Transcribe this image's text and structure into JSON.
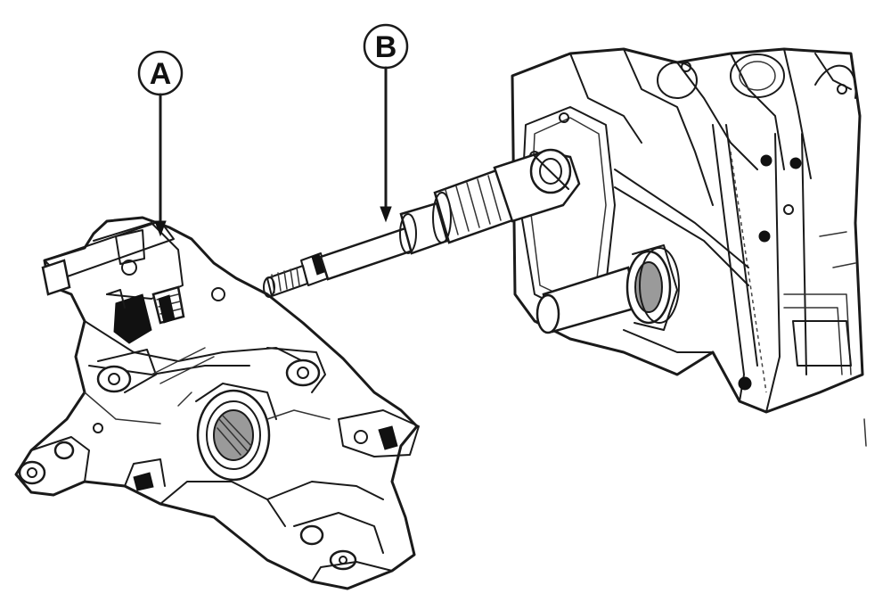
{
  "figure": {
    "callouts": [
      {
        "id": "A",
        "label": "A",
        "target": "housing"
      },
      {
        "id": "B",
        "label": "B",
        "target": "shaft"
      }
    ],
    "colors": {
      "line": "#1a1a1a",
      "background": "#ffffff",
      "fill_dark": "#111111",
      "fill_grey": "#9a9a9a"
    }
  }
}
